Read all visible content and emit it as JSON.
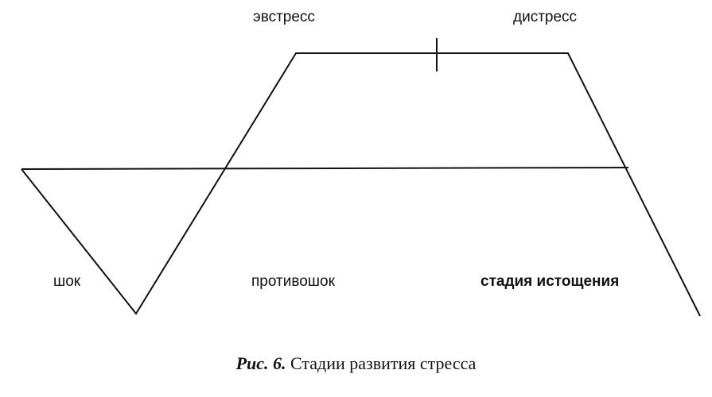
{
  "labels": {
    "eustress": "эвстресс",
    "distress": "дистресс",
    "shock": "шок",
    "countershock": "противошок",
    "exhaustion": "стадия истощения"
  },
  "caption": {
    "figure": "Рис. 6.",
    "text": "Стадии развития стресса"
  },
  "colors": {
    "line": "#111111",
    "background": "#ffffff"
  }
}
